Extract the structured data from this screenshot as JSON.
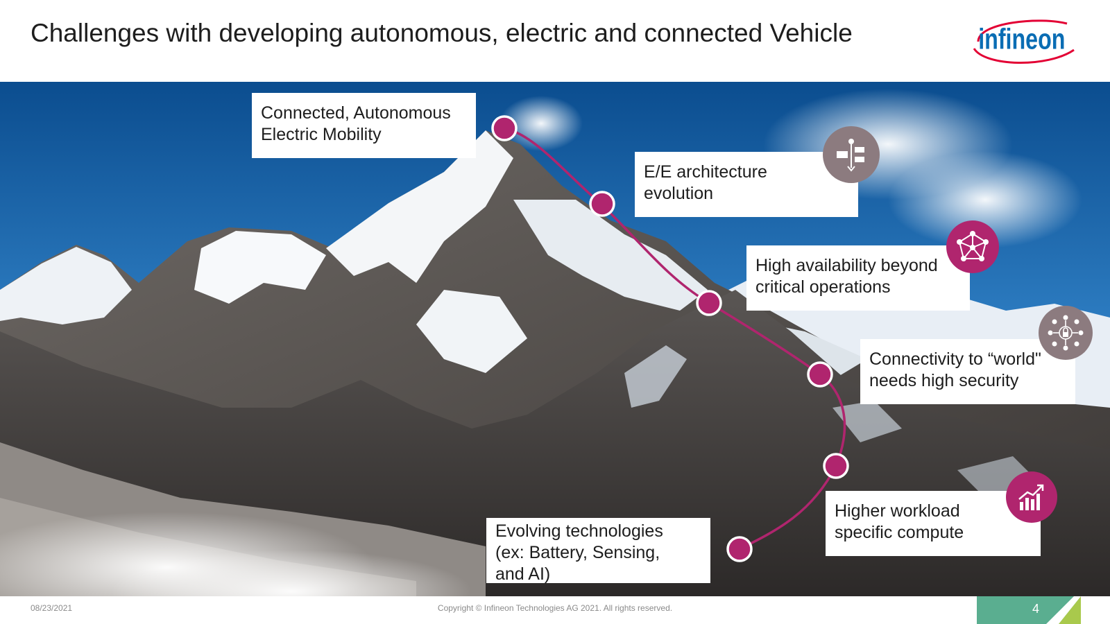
{
  "header": {
    "title": "Challenges with developing autonomous, electric and connected Vehicle",
    "logo_text": "infineon"
  },
  "path": {
    "color": "#B0256E"
  },
  "callouts": [
    {
      "id": "summit",
      "text": "Connected, Autonomous\nElectric Mobility"
    },
    {
      "id": "ee",
      "text": "E/E architecture\nevolution",
      "icon": "hierarchy-icon"
    },
    {
      "id": "availability",
      "text": "High availability beyond\ncritical operations",
      "icon": "network-icon"
    },
    {
      "id": "security",
      "text": "Connectivity to “world\"\nneeds high security",
      "icon": "lock-network-icon"
    },
    {
      "id": "compute",
      "text": "Higher workload\nspecific compute",
      "icon": "growth-chart-icon"
    },
    {
      "id": "technologies",
      "text": "Evolving technologies\n(ex: Battery, Sensing,\nand AI)"
    }
  ],
  "colors": {
    "brand_red": "#E30034",
    "brand_blue": "#0A6DB4",
    "magenta": "#B0256E",
    "grey_badge": "#8C7B7F",
    "teal": "#5AAE90",
    "lime": "#A9C94C"
  },
  "footer": {
    "date": "08/23/2021",
    "copyright": "Copyright © Infineon Technologies AG 2021. All rights reserved.",
    "page": "4"
  }
}
